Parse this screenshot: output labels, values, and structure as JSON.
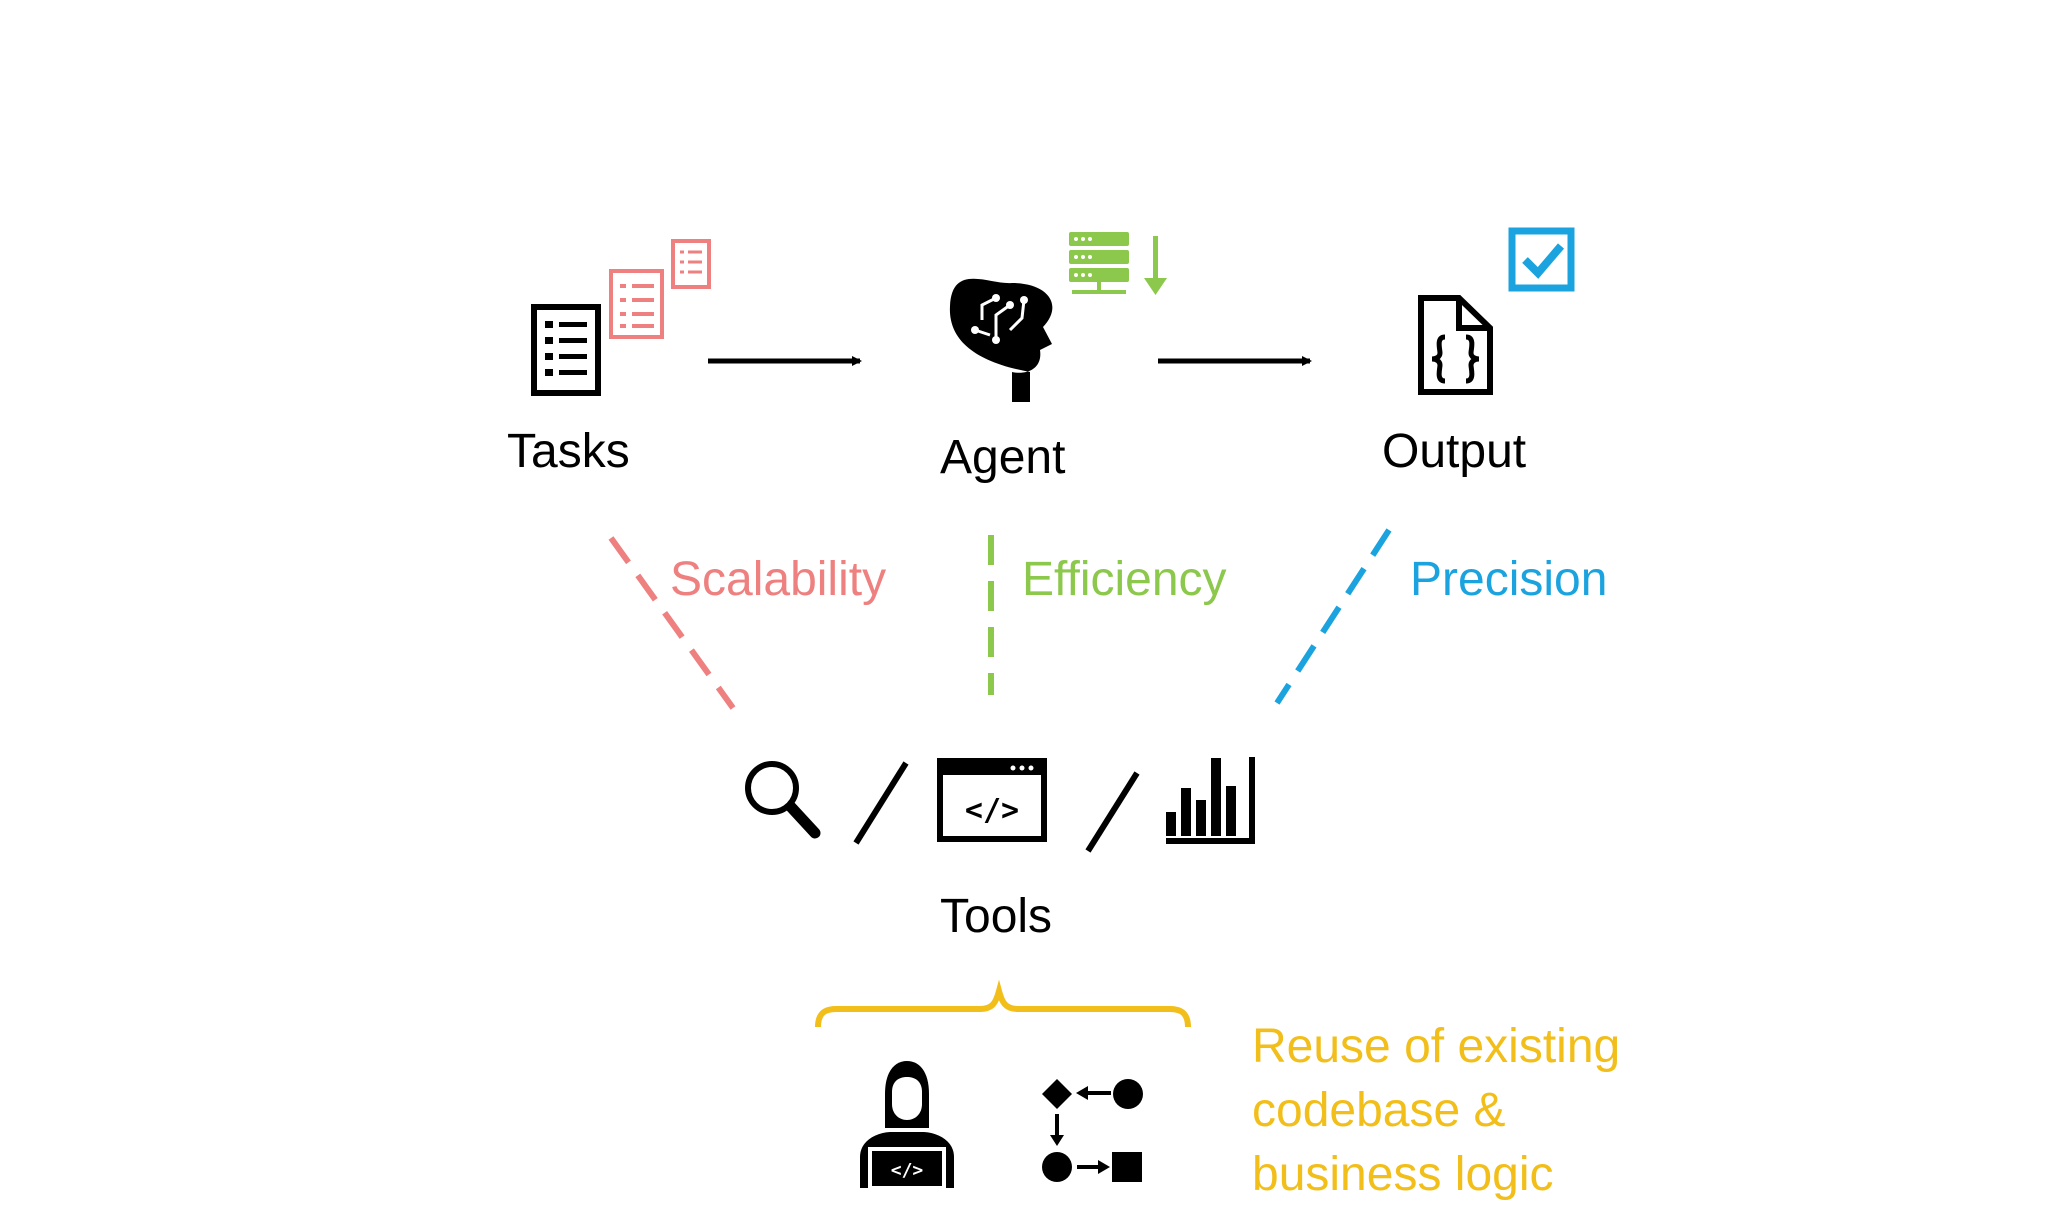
{
  "labels": {
    "tasks": "Tasks",
    "agent": "Agent",
    "output": "Output",
    "tools": "Tools"
  },
  "properties": {
    "scalability": "Scalability",
    "efficiency": "Efficiency",
    "precision": "Precision"
  },
  "reuse": {
    "line1": "Reuse of existing",
    "line2": "codebase &",
    "line3": "business logic"
  },
  "code_glyph": "</>",
  "colors": {
    "scalability": "#EE8080",
    "efficiency": "#8CC84B",
    "precision": "#1AA3DE",
    "reuse": "#F2BE1A",
    "ink": "#000000"
  },
  "icons": [
    "checklist-icon",
    "document-list-icon",
    "brain-head-icon",
    "server-download-icon",
    "json-file-icon",
    "checkbox-checked-icon",
    "magnifier-icon",
    "code-window-icon",
    "bar-chart-icon",
    "developer-laptop-icon",
    "flowchart-icon"
  ]
}
